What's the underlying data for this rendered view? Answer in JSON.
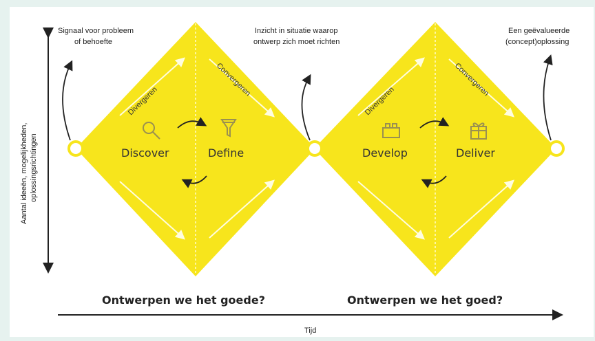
{
  "notes": {
    "start": [
      "Signaal voor probleem",
      "of behoefte"
    ],
    "middle": [
      "Inzicht in situatie waarop",
      "ontwerp zich moet richten"
    ],
    "end": [
      "Een geëvalueerde",
      "(concept)oplossing"
    ]
  },
  "y_axis_label": [
    "Aantal ideeën, mogelijkheden,",
    "oplossingsrichtingen"
  ],
  "phases": [
    "Discover",
    "Define",
    "Develop",
    "Deliver"
  ],
  "diamond_labels": {
    "left_diverge": "Divergeren",
    "left_converge": "Convergeren",
    "right_diverge": "Divergeren",
    "right_converge": "Convergeren"
  },
  "questions": [
    "Ontwerpen we het goede?",
    "Ontwerpen we het goed?"
  ],
  "x_axis_label": "Tijd",
  "icons": [
    "magnifier-icon",
    "funnel-icon",
    "lego-brick-icon",
    "gift-icon"
  ],
  "colors": {
    "diamond": "#f7e51c",
    "arrow_light": "#fff8b0",
    "dark": "#222222"
  }
}
